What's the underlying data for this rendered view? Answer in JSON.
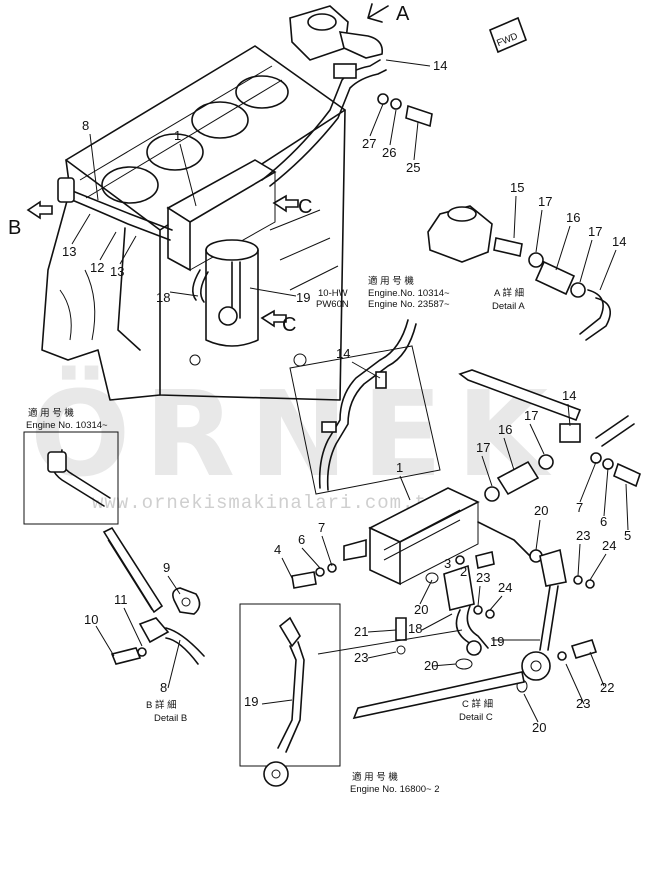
{
  "watermark": {
    "brand": "ÖRNEK",
    "url": "www.ornekismakinalari.com.tr"
  },
  "view_labels": {
    "a": "A",
    "b": "B",
    "c1": "C",
    "c2": "C",
    "fwd": "FWD"
  },
  "callouts": {
    "n14_top": "14",
    "n27": "27",
    "n26": "26",
    "n25": "25",
    "n8_top": "8",
    "n1_top": "1",
    "n13_left": "13",
    "n12": "12",
    "n13_mid": "13",
    "n18_top": "18",
    "n19_top": "19",
    "n15_a": "15",
    "n17_a1": "17",
    "n16_a": "16",
    "n17_a2": "17",
    "n14_a": "14",
    "n14_mid": "14",
    "n1_c": "1",
    "n17_c1": "17",
    "n16_c": "16",
    "n17_c2": "17",
    "n14_c": "14",
    "n7_r": "7",
    "n6_r": "6",
    "n5_r": "5",
    "n20_r": "20",
    "n7_l": "7",
    "n6_l": "6",
    "n4": "4",
    "n3": "3",
    "n2": "2",
    "n23_a": "23",
    "n24_a": "24",
    "n20_b": "20",
    "n23_b": "23",
    "n24_b": "24",
    "n21": "21",
    "n18_c": "18",
    "n23_c": "23",
    "n20_c": "20",
    "n19_c": "19",
    "n23_d": "23",
    "n22": "22",
    "n20_d": "20",
    "n9": "9",
    "n10": "10",
    "n11": "11",
    "n8_b": "8",
    "n19_bot": "19"
  },
  "detail_captions": {
    "a_jp": "A 詳 細",
    "a_en": "Detail  A",
    "b_jp": "B 詳 細",
    "b_en": "Detail  B",
    "c_jp": "C 詳 細",
    "c_en": "Detail  C"
  },
  "serial_notes": {
    "mid_jp": "適 用 号 機",
    "mid_l1_model": "10-HW",
    "mid_l1_engine": "Engine.No. 10314~",
    "mid_l2_model": "PW60N",
    "mid_l2_engine": "Engine No. 23587~",
    "left_jp": "適 用 号 機",
    "left_engine": "Engine No. 10314~",
    "bot_jp": "適 用 号 機",
    "bot_engine": "Engine No. 16800~ 2"
  }
}
